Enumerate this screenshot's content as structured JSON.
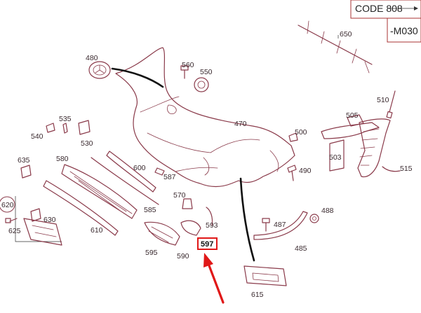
{
  "code_box": {
    "line1": "CODE 808",
    "line2": "-M030"
  },
  "highlight": {
    "label": "597",
    "color": "#e01818"
  },
  "callouts": {
    "p480": "480",
    "p560": "560",
    "p550": "550",
    "p650": "650",
    "p510": "510",
    "p535": "535",
    "p540": "540",
    "p530": "530",
    "p470": "470",
    "p505": "505",
    "p500": "500",
    "p503": "503",
    "p490": "490",
    "p515": "515",
    "p635": "635",
    "p580": "580",
    "p600": "600",
    "p587": "587",
    "p570": "570",
    "p585": "585",
    "p620": "620",
    "p630": "630",
    "p625": "625",
    "p610": "610",
    "p593": "593",
    "p488": "488",
    "p487": "487",
    "p595": "595",
    "p590": "590",
    "p485": "485",
    "p615": "615"
  },
  "colors": {
    "line_art": "#8a3a4a",
    "arrow": "#e01818",
    "text": "#3a2a2f"
  }
}
